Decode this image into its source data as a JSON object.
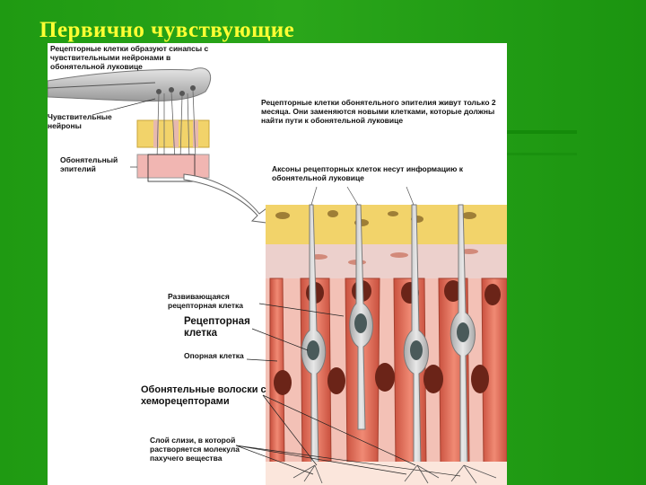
{
  "slide": {
    "title": "Первично чувствующие"
  },
  "figure": {
    "labels": {
      "synapse_note": "Рецепторные клетки образуют синапсы с чувствительными нейронами в обонятельной луковице",
      "sensory_neurons": "Чувствительные нейроны",
      "olfactory_epithelium": "Обонятельный эпителий",
      "lifespan_note": "Рецепторные клетки обонятельного эпителия живут только 2 месяца. Они заменяются новыми клетками, которые должны найти пути к обонятельной луковице",
      "axons_note": "Аксоны рецепторных клеток несут информацию к обонятельной луковице",
      "developing_cell": "Развивающаяся рецепторная клетка",
      "receptor_cell": "Рецепторная клетка",
      "support_cell": "Опорная клетка",
      "hairs": "Обонятельные волоски с хеморецепторами",
      "mucus": "Слой слизи, в которой растворяется молекула пахучего вещества"
    },
    "colors": {
      "support_cell": "#e0705c",
      "receptor_cell": "#c9c9c9",
      "bone": "#f2d36a",
      "connective": "#ecd0cc",
      "nucleus_dark": "#6b2418",
      "nucleus_receptor": "#4a5a5a"
    }
  }
}
